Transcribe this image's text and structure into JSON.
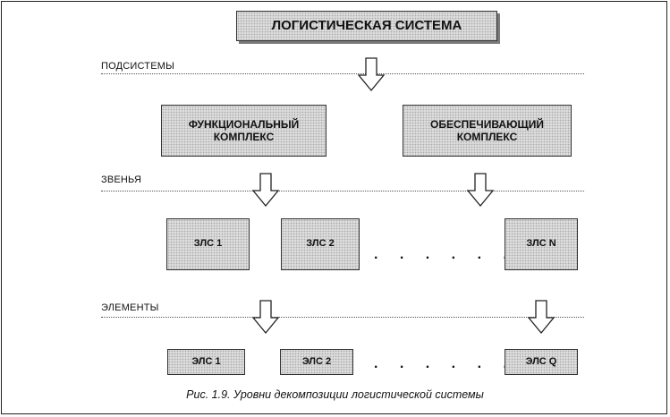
{
  "title": "ЛОГИСТИЧЕСКАЯ СИСТЕМА",
  "levels": {
    "subsystems": "ПОДСИСТЕМЫ",
    "links": "ЗВЕНЬЯ",
    "elements": "ЭЛЕМЕНТЫ"
  },
  "subsystems": {
    "functional": {
      "line1": "ФУНКЦИОНАЛЬНЫЙ",
      "line2": "КОМПЛЕКС"
    },
    "supporting": {
      "line1": "ОБЕСПЕЧИВАЮЩИЙ",
      "line2": "КОМПЛЕКС"
    }
  },
  "links_row": [
    "ЗЛС 1",
    "ЗЛС 2",
    "ЗЛС N"
  ],
  "elements_row": [
    "ЭЛС 1",
    "ЭЛС 2",
    "ЭЛС Q"
  ],
  "ellipsis": ". . . . . . .",
  "caption": "Рис. 1.9. Уровни декомпозиции логистической системы",
  "colors": {
    "box_fill": "#dcdcdc",
    "border": "#333333",
    "shadow": "#7a7a7a"
  }
}
